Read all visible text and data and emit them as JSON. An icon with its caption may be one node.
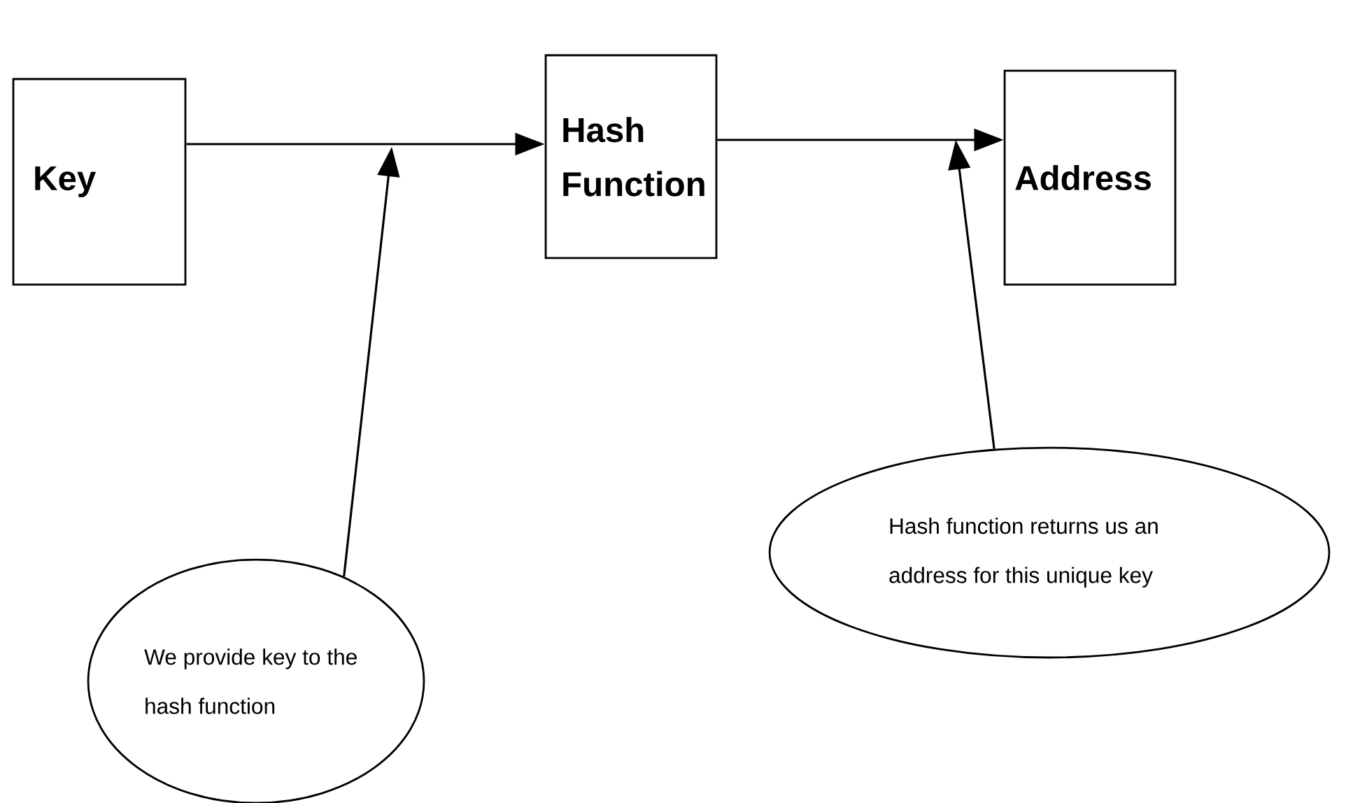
{
  "diagram": {
    "nodes": [
      {
        "text": [
          "Key"
        ]
      },
      {
        "text": [
          "Hash Function"
        ]
      },
      {
        "text": [
          "Address"
        ]
      },
      {
        "text": [
          "We provide key to the hash function"
        ]
      },
      {
        "text": [
          "Hash function returns us an address for this unique key"
        ]
      }
    ],
    "edges": [
      {
        "from": 0,
        "to": 1,
        "arrow": "to"
      },
      {
        "from": 1,
        "to": 2,
        "arrow": "to"
      },
      {
        "from": 3,
        "to": null,
        "arrow": "to"
      },
      {
        "from": 4,
        "to": null,
        "arrow": "to"
      }
    ]
  }
}
